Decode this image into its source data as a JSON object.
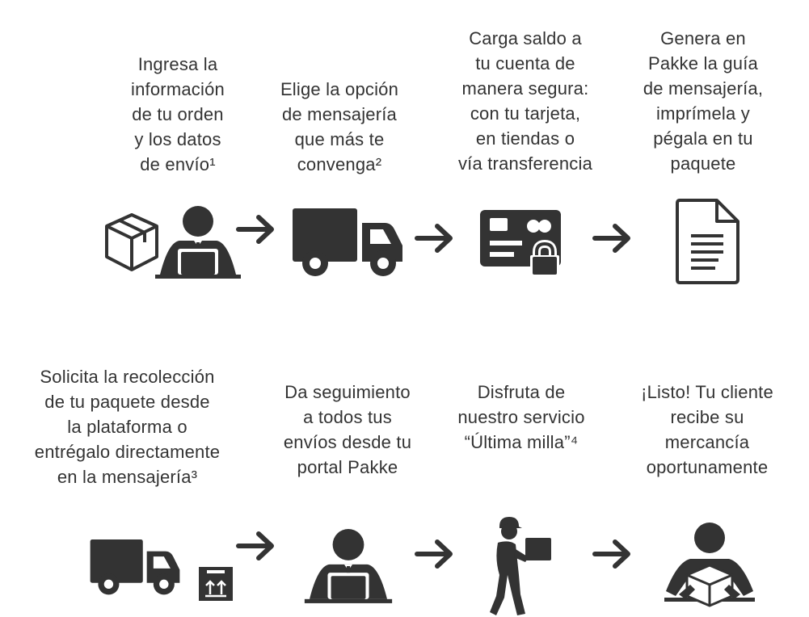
{
  "steps": [
    {
      "text": "Ingresa la\ninformación\nde tu orden\ny los datos\nde envío¹"
    },
    {
      "text": "Elige la opción\nde mensajería\nque más te\nconvenga²"
    },
    {
      "text": "Carga saldo a\ntu cuenta de\nmanera segura:\ncon tu tarjeta,\nen tiendas o\nvía transferencia"
    },
    {
      "text": "Genera en\nPakke la guía\nde mensajería,\nimprímela y\npégala en tu\npaquete"
    },
    {
      "text": "Solicita la recolección\nde tu paquete desde\nla plataforma o\nentrégalo directamente\nen la mensajería³"
    },
    {
      "text": "Da seguimiento\na todos tus\nenvíos desde tu\nportal Pakke"
    },
    {
      "text": "Disfruta de\nnuestro servicio\n“Última milla”⁴"
    },
    {
      "text": "¡Listo! Tu cliente\nrecibe  su\nmercancía\noportunamente"
    }
  ],
  "colors": {
    "icon": "#333333",
    "text": "#333333",
    "background": "#ffffff"
  },
  "icons": [
    "box-icon",
    "person-laptop-icon",
    "truck-icon",
    "card-lock-icon",
    "document-icon",
    "truck-icon",
    "package-icon",
    "person-laptop-icon",
    "courier-icon",
    "person-box-icon",
    "arrow-right-icon"
  ]
}
